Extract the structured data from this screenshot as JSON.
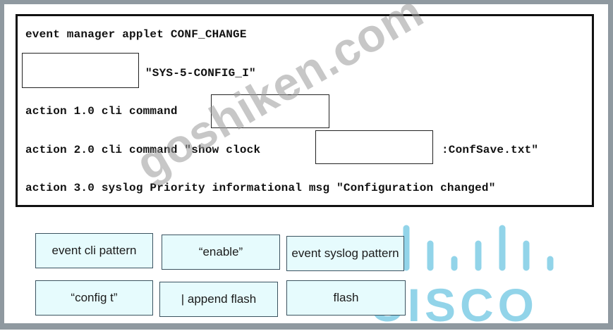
{
  "code": {
    "line1": "event manager applet CONF_CHANGE",
    "line2": "\"SYS-5-CONFIG_I\"",
    "line3": "action 1.0 cli command",
    "line4a": "action 2.0 cli command \"show clock",
    "line4b": ":ConfSave.txt\"",
    "line5": "action 3.0 syslog Priority informational msg \"Configuration changed\""
  },
  "options": [
    "event cli pattern",
    "“enable”",
    "event syslog pattern",
    "“config t”",
    "| append flash",
    "flash"
  ],
  "logo": {
    "text": "CISCO",
    "color": "#7fcde6"
  },
  "watermark": {
    "text": "goshiken.com"
  },
  "colors": {
    "tile_background": "#e6fbfd",
    "frame": "#8f99a0"
  }
}
